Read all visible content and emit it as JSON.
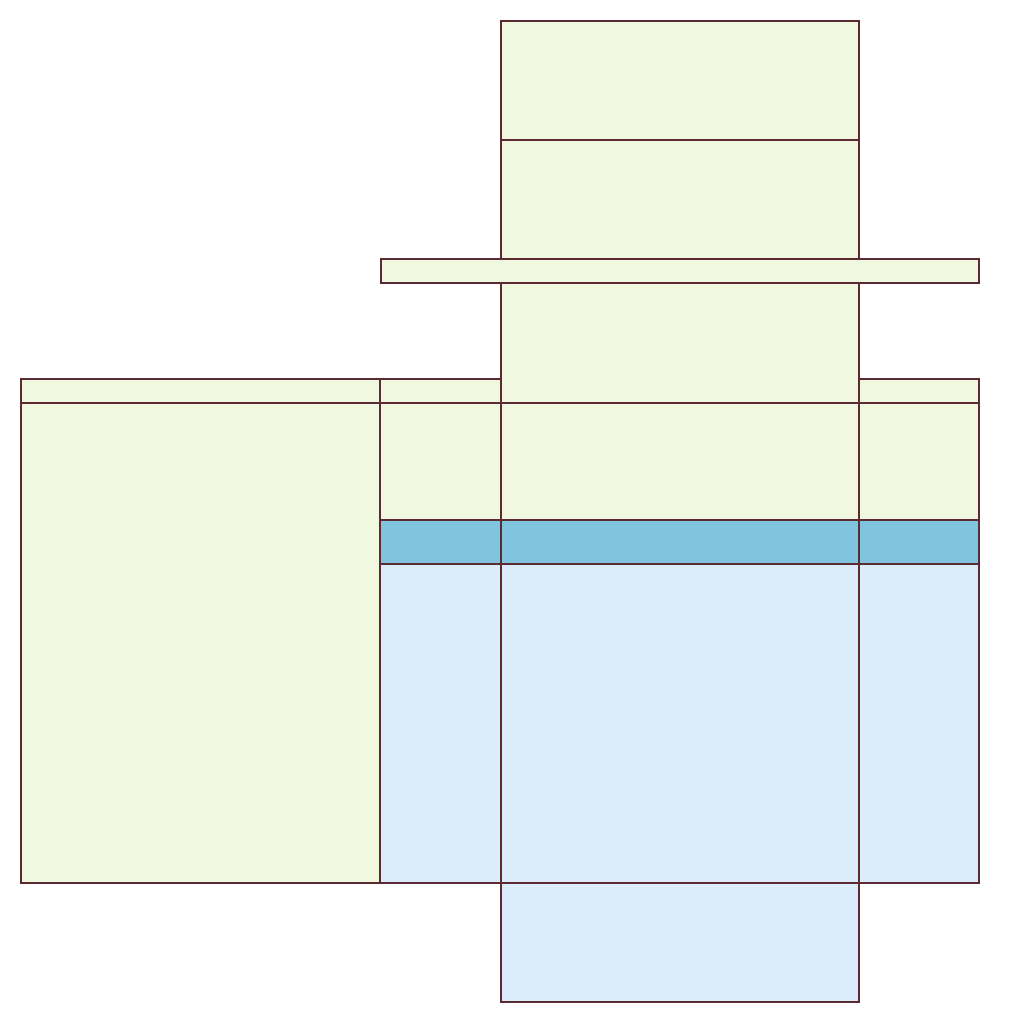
{
  "colors": {
    "background": "#ffffff",
    "light_green_fill": "#f0f8e0",
    "light_blue_fill": "#ddecfb",
    "medium_blue_fill": "#80c4e0",
    "stroke": "#5b2a33"
  },
  "diagram": {
    "kind": "folded-box-net",
    "panels": [
      {
        "id": "column-top-flap-1",
        "color": "light_green_fill"
      },
      {
        "id": "column-top-flap-2",
        "color": "light_green_fill"
      },
      {
        "id": "horizontal-thin-strip",
        "color": "light_green_fill"
      },
      {
        "id": "column-middle-panel",
        "color": "light_green_fill"
      },
      {
        "id": "left-header-strip",
        "color": "light_green_fill"
      },
      {
        "id": "left-large-panel",
        "color": "light_green_fill"
      },
      {
        "id": "mid-left-header",
        "color": "light_green_fill"
      },
      {
        "id": "right-header",
        "color": "light_green_fill"
      },
      {
        "id": "mid-left-upper-panel",
        "color": "light_green_fill"
      },
      {
        "id": "center-upper-panel",
        "color": "light_green_fill"
      },
      {
        "id": "right-upper-panel",
        "color": "light_green_fill"
      },
      {
        "id": "mid-left-band",
        "color": "medium_blue_fill"
      },
      {
        "id": "center-band",
        "color": "medium_blue_fill"
      },
      {
        "id": "right-band",
        "color": "medium_blue_fill"
      },
      {
        "id": "mid-left-lower-panel",
        "color": "light_blue_fill"
      },
      {
        "id": "center-lower-panel",
        "color": "light_blue_fill"
      },
      {
        "id": "right-lower-panel",
        "color": "light_blue_fill"
      },
      {
        "id": "bottom-flap",
        "color": "light_blue_fill"
      }
    ]
  }
}
